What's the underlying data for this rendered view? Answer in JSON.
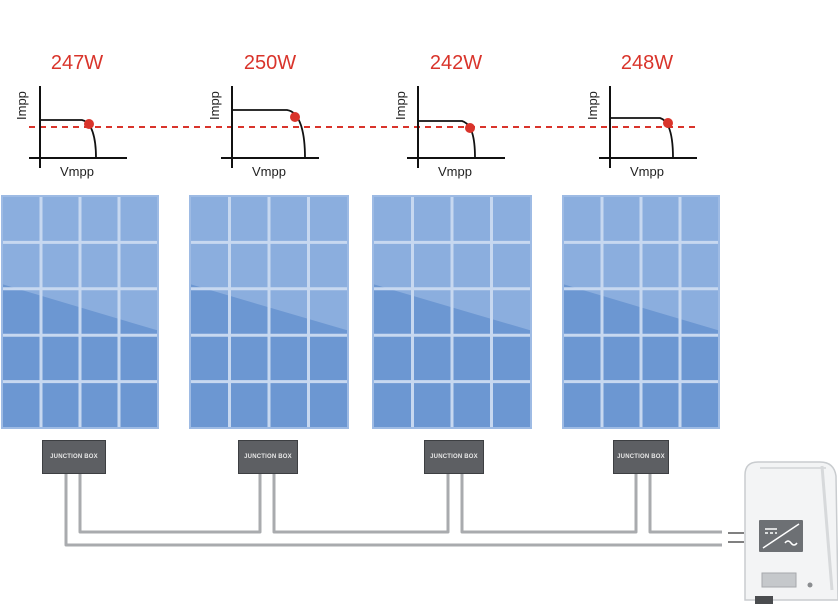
{
  "panels": [
    {
      "power": "247W",
      "y_label": "Impp",
      "x_label": "Vmpp",
      "junction_box": "JUNCTION BOX"
    },
    {
      "power": "250W",
      "y_label": "Impp",
      "x_label": "Vmpp",
      "junction_box": "JUNCTION BOX"
    },
    {
      "power": "242W",
      "y_label": "Impp",
      "x_label": "Vmpp",
      "junction_box": "JUNCTION BOX"
    },
    {
      "power": "248W",
      "y_label": "Impp",
      "x_label": "Vmpp",
      "junction_box": "JUNCTION BOX"
    }
  ],
  "colors": {
    "power_text": "#d9342b",
    "mpp_line": "#d9342b",
    "panel_light": "#8fb0df",
    "panel_dark": "#6c97d2",
    "cable": "#a9abae",
    "junction_box": "#5d5f63"
  }
}
